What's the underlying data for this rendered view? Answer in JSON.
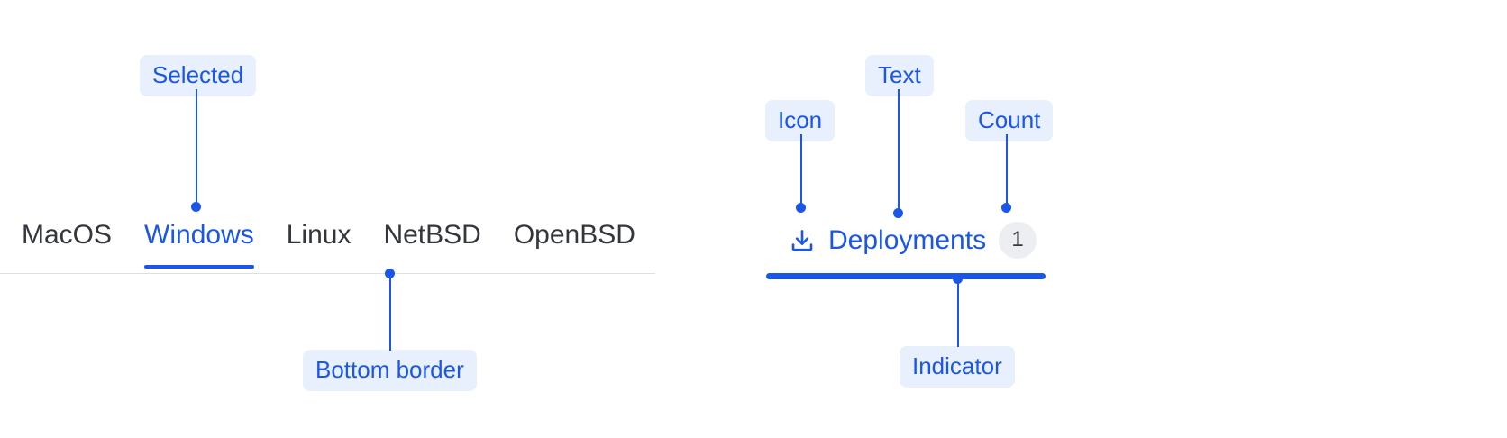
{
  "colors": {
    "accent": "#1a56e8",
    "callout_bg": "#e9f0fd",
    "text_default": "#33363d",
    "border": "#dcdfe4",
    "count_bg": "#eceef1"
  },
  "classic_tabs": {
    "items": [
      {
        "label": "MacOS",
        "selected": false
      },
      {
        "label": "Windows",
        "selected": true
      },
      {
        "label": "Linux",
        "selected": false
      },
      {
        "label": "NetBSD",
        "selected": false
      },
      {
        "label": "OpenBSD",
        "selected": false
      }
    ]
  },
  "rich_tab": {
    "icon": "download-icon",
    "text": "Deployments",
    "count": "1"
  },
  "annotations": [
    {
      "key": "selected",
      "label": "Selected"
    },
    {
      "key": "bottom_border",
      "label": "Bottom border"
    },
    {
      "key": "icon",
      "label": "Icon"
    },
    {
      "key": "text",
      "label": "Text"
    },
    {
      "key": "count",
      "label": "Count"
    },
    {
      "key": "indicator",
      "label": "Indicator"
    }
  ]
}
